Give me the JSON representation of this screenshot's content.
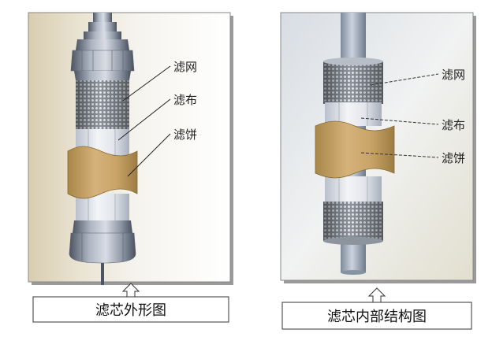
{
  "left_panel": {
    "labels": {
      "mesh": "滤网",
      "cloth": "滤布",
      "cake": "滤饼"
    },
    "caption": "滤芯外形图"
  },
  "right_panel": {
    "labels": {
      "mesh": "滤网",
      "cloth": "滤布",
      "cake": "滤饼"
    },
    "caption": "滤芯内部结构图"
  }
}
